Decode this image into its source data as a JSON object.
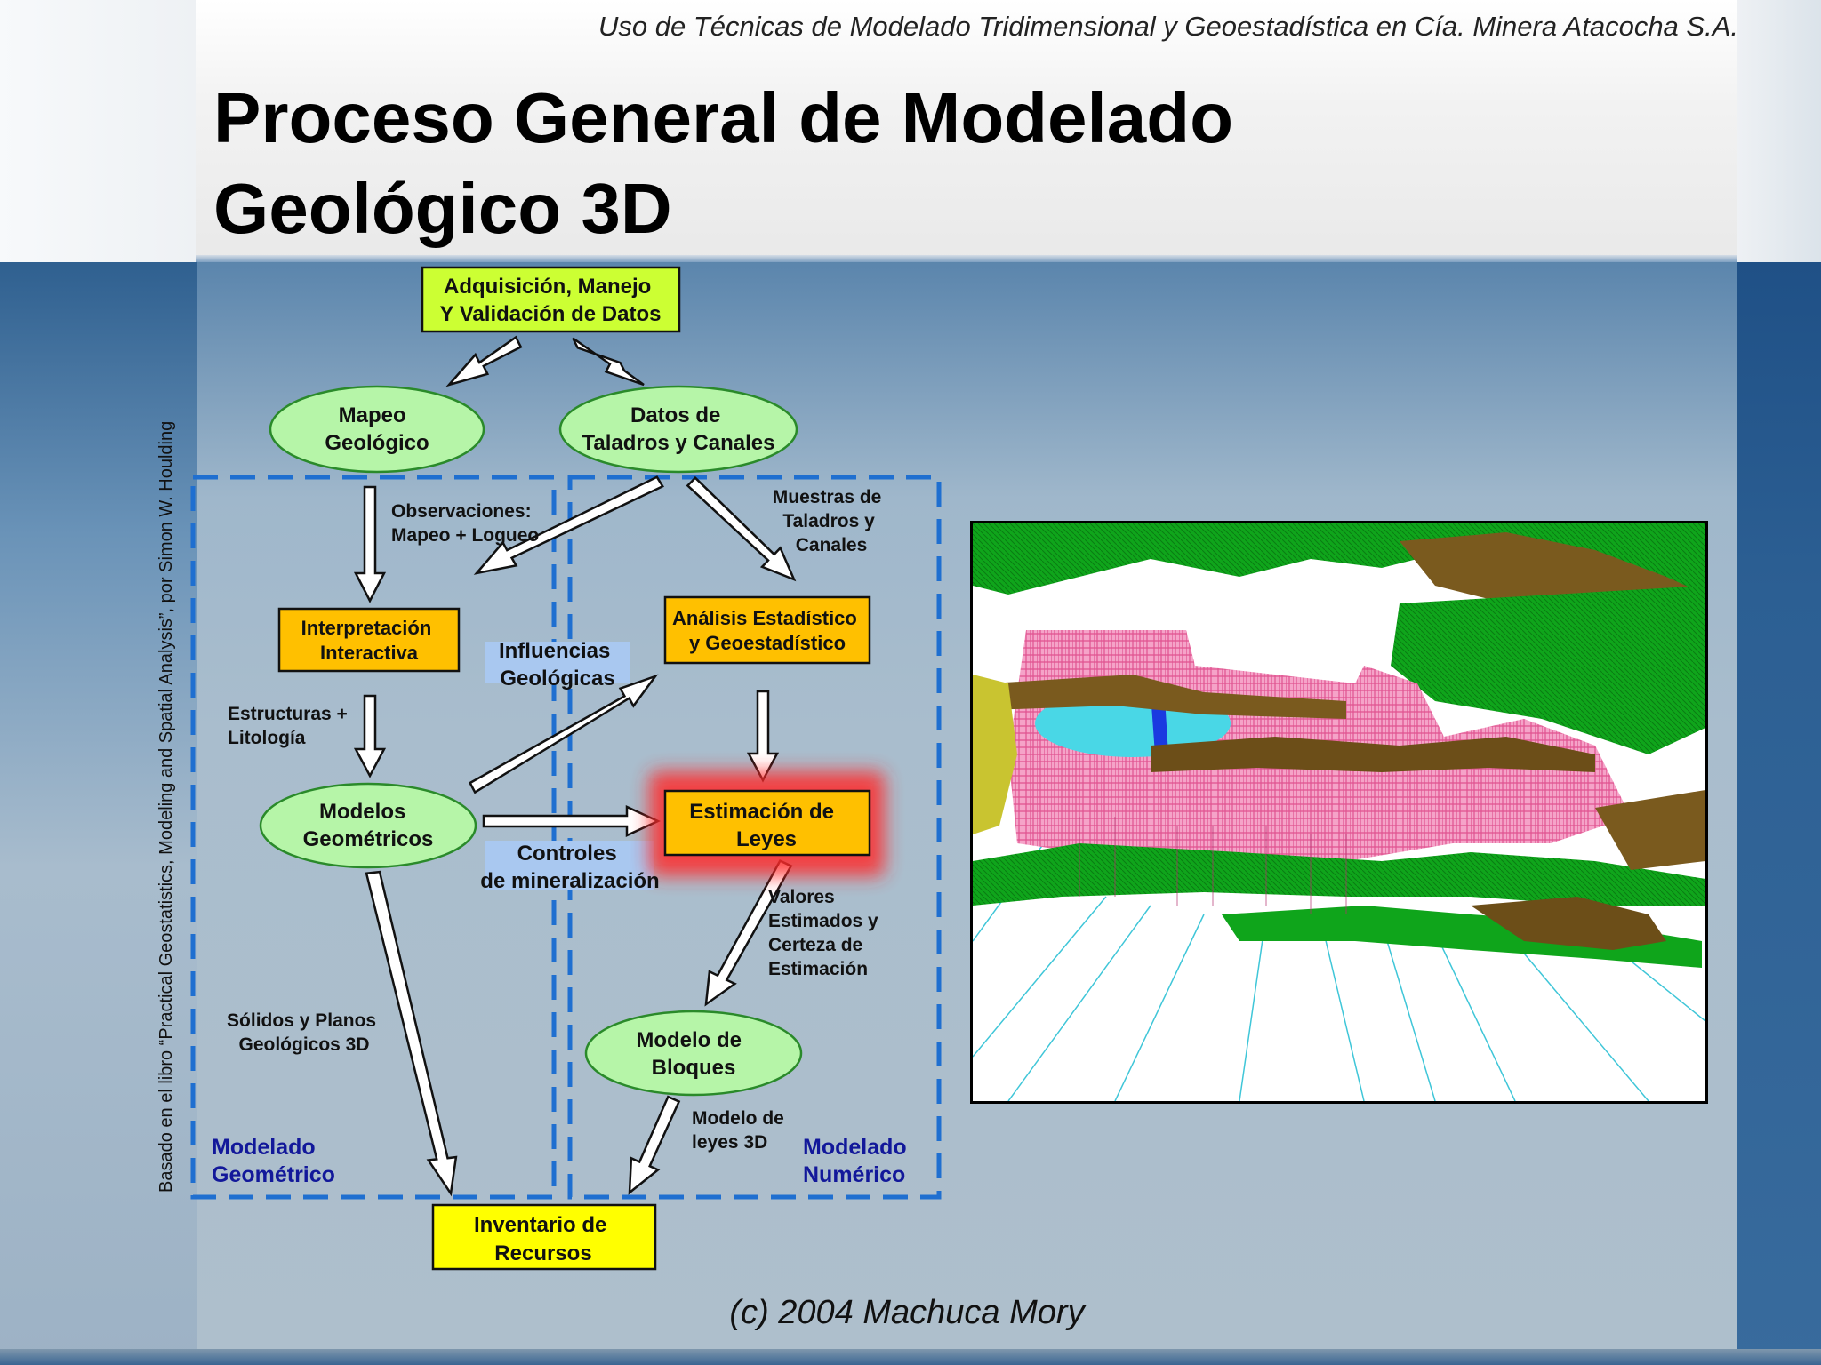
{
  "slide": {
    "subtitle": "Uso de Técnicas de Modelado Tridimensional y Geoestadística en Cía. Minera Atacocha S.A.",
    "title_line1": "Proceso General de Modelado",
    "title_line2": "Geológico 3D",
    "credit": "Basado en el libro “Practical Geostatistics, Modeling and Spatial Analysis”, por Simon W. Houlding",
    "footer": "(c) 2004 Machuca Mory"
  },
  "diagram": {
    "nodes": {
      "adquisicion": [
        "Adquisición, Manejo",
        "Y Validación de Datos"
      ],
      "mapeo": [
        "Mapeo",
        "Geológico"
      ],
      "datos": [
        "Datos de",
        "Taladros y Canales"
      ],
      "interpretacion": [
        "Interpretación",
        "Interactiva"
      ],
      "analisis": [
        "Análisis Estadístico",
        "y Geoestadístico"
      ],
      "modelos": [
        "Modelos",
        "Geométricos"
      ],
      "estimacion": [
        "Estimación de",
        "Leyes"
      ],
      "bloques": [
        "Modelo de",
        "Bloques"
      ],
      "inventario": [
        "Inventario de",
        "Recursos"
      ]
    },
    "edge_labels": {
      "observaciones": [
        "Observaciones:",
        "Mapeo + Logueo"
      ],
      "muestras": [
        "Muestras de",
        "Taladros y",
        "Canales"
      ],
      "influencias": [
        "Influencias",
        "Geológicas"
      ],
      "estructuras": [
        "Estructuras +",
        "Litología"
      ],
      "controles": [
        "Controles",
        "de mineralización"
      ],
      "valores": [
        "Valores",
        "Estimados y",
        "Certeza de",
        "Estimación"
      ],
      "solidos": [
        "Sólidos y Planos",
        "Geológicos 3D"
      ],
      "modelo_leyes": [
        "Modelo de",
        "leyes  3D"
      ]
    },
    "regions": {
      "geometrico": [
        "Modelado",
        "Geométrico"
      ],
      "numerico": [
        "Modelado",
        "Numérico"
      ]
    },
    "colors": {
      "ellipse_fill": "#b6f5a8",
      "ellipse_stroke": "#2a8a2a",
      "orange_box": "#ffc000",
      "yellow_box": "#ffff00",
      "green_yellow_box": "#ccff33",
      "dash_blue": "#1f6fd0",
      "label_bg": "#a9c8f0",
      "region_text": "#12189a"
    }
  },
  "image": {
    "description_icon": "3d-geological-model-image"
  }
}
